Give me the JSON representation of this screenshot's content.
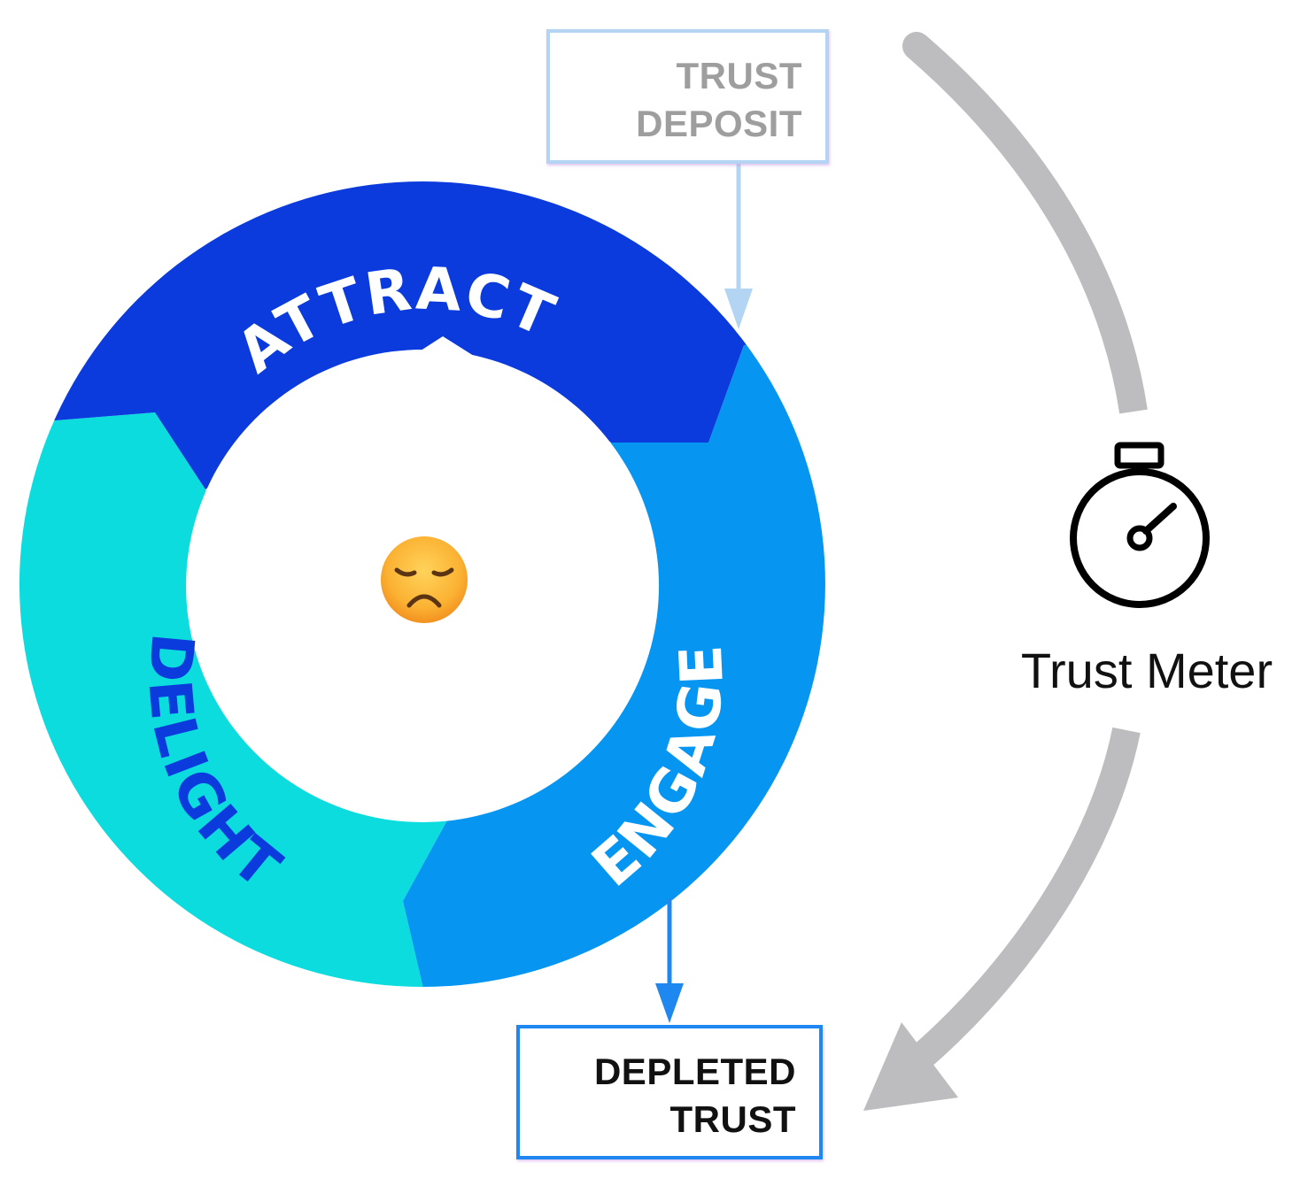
{
  "diagram": {
    "cycle": {
      "segments": [
        {
          "label": "ATTRACT",
          "color": "#0b3bdc",
          "text_color": "#ffffff"
        },
        {
          "label": "ENGAGE",
          "color": "#0696f2",
          "text_color": "#ffffff"
        },
        {
          "label": "DELIGHT",
          "color": "#0ddcdf",
          "text_color": "#0b3bdc"
        }
      ],
      "center_icon": "disappointed-face-emoji"
    },
    "trust_deposit": {
      "line1": "TRUST",
      "line2": "DEPOSIT",
      "border_color": "#b3d4f2",
      "text_color": "#9e9e9e"
    },
    "depleted_trust": {
      "line1": "DEPLETED",
      "line2": "TRUST",
      "border_color": "#1e88f0",
      "text_color": "#111111"
    },
    "trust_meter": {
      "label": "Trust Meter",
      "icon": "stopwatch-icon",
      "arrow_color": "#bdbdbf"
    }
  }
}
